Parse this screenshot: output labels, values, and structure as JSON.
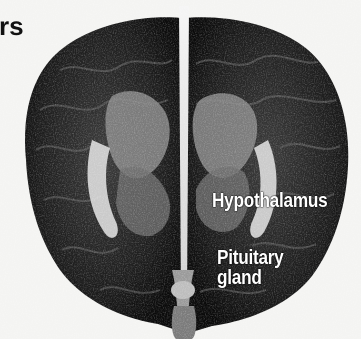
{
  "labels": {
    "corner_fragment": "rs",
    "hypothalamus": "Hypothalamus",
    "pituitary_line1": "Pituitary",
    "pituitary_line2": "gland"
  },
  "colors": {
    "background": "#f4f4f2",
    "brain_dark": "#141414",
    "brain_mid": "#5a5a5a",
    "highlight": "#e2e2e2",
    "label_text": "#ffffff"
  }
}
